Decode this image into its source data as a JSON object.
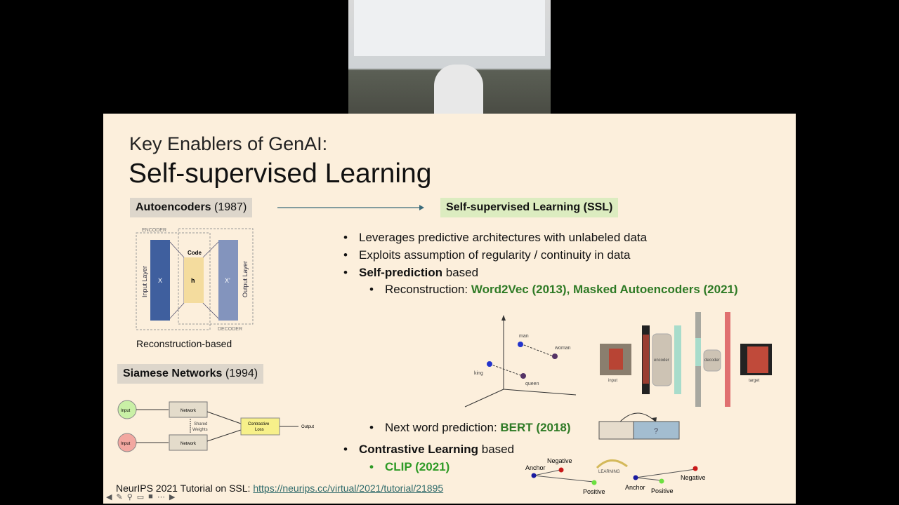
{
  "slide": {
    "title_line1": "Key Enablers of GenAI:",
    "title_line2": "Self-supervised Learning",
    "autoencoders": {
      "name": "Autoencoders",
      "year": "(1987)"
    },
    "ssl_box": "Self-supervised Learning (SSL)",
    "ae_diagram": {
      "encoder": "ENCODER",
      "decoder": "DECODER",
      "code": "Code",
      "input_layer": "Input Layer",
      "output_layer": "Output Layer",
      "x": "X",
      "h": "h",
      "xp": "X'"
    },
    "reconstruction_caption": "Reconstruction-based",
    "siamese": {
      "name": "Siamese Networks",
      "year": "(1994)"
    },
    "siamese_diagram": {
      "input1": "Input",
      "input2": "Input",
      "network1": "Network",
      "network2": "Network",
      "shared": "Shared",
      "weights": "Weights",
      "loss1": "Contrastive",
      "loss2": "Loss",
      "output": "Output"
    },
    "bullets": {
      "b1": "Leverages predictive architectures with unlabeled data",
      "b2": "Exploits assumption of regularity / continuity in data",
      "b3_bold": "Self-prediction",
      "b3_rest": " based",
      "b4_label": "Reconstruction: ",
      "b4_green": "Word2Vec (2013), Masked Autoencoders (2021)",
      "b5_label": "Next word prediction: ",
      "b5_green": "BERT (2018)",
      "b6_bold": "Contrastive Learning",
      "b6_rest": " based",
      "b7_green": "CLIP (2021)"
    },
    "word2vec": {
      "man": "man",
      "woman": "woman",
      "king": "king",
      "queen": "queen"
    },
    "mae": {
      "input": "input",
      "encoder": "encoder",
      "decoder": "decoder",
      "target": "target"
    },
    "bert_mask": "?",
    "contrastive": {
      "anchor": "Anchor",
      "negative": "Negative",
      "positive": "Positive",
      "learning": "LEARNING"
    },
    "footer_text": "NeurIPS 2021 Tutorial on SSL: ",
    "footer_link": "https://neurips.cc/virtual/2021/tutorial/21895"
  },
  "colors": {
    "slide_bg": "#fcefdc",
    "green": "#2e7a25",
    "ssl_box": "#dcecc0"
  }
}
